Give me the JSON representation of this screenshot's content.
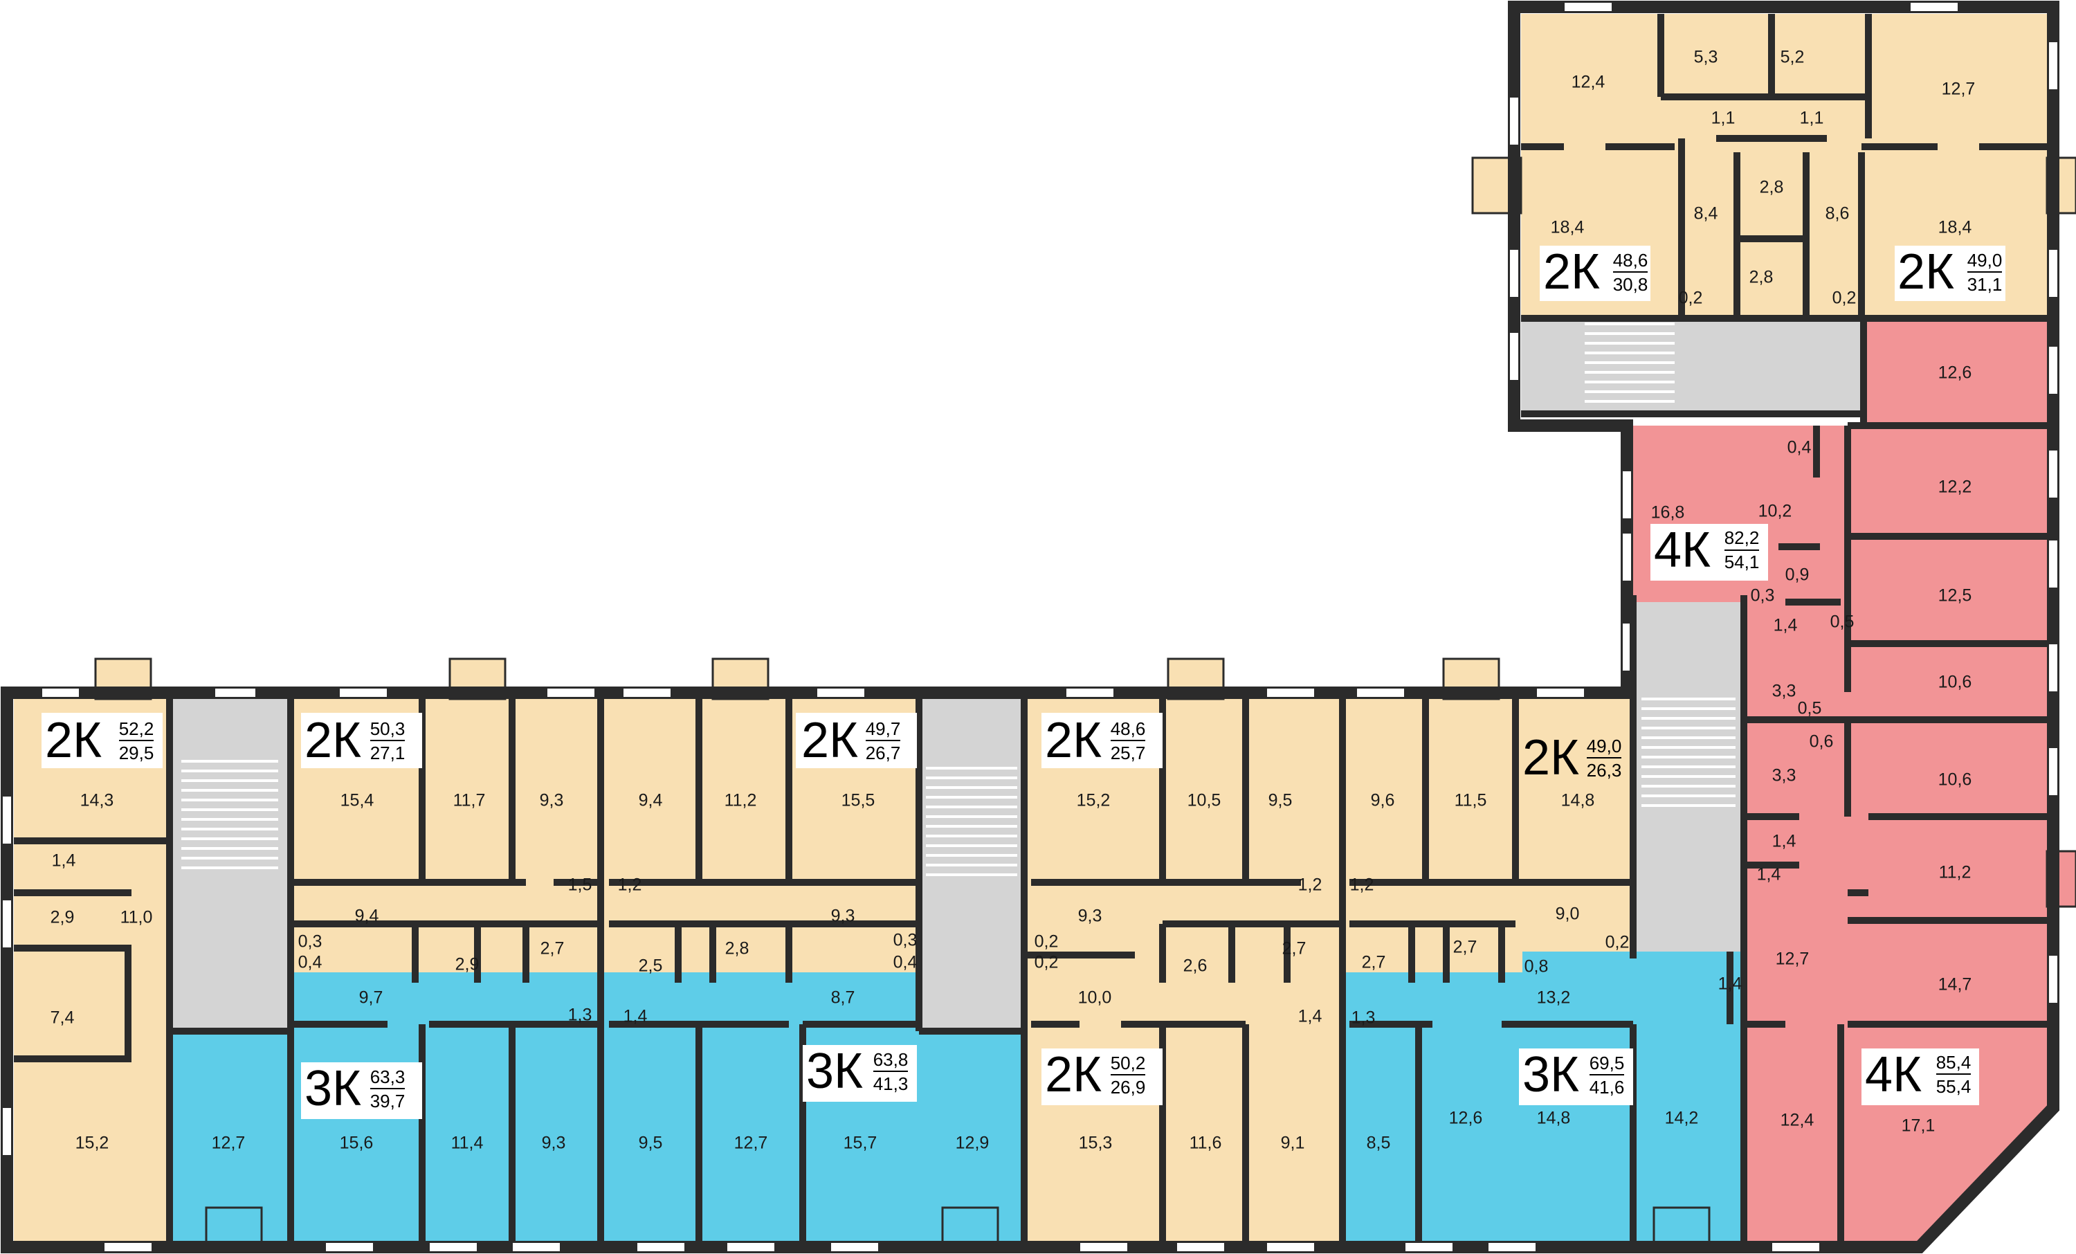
{
  "colors": {
    "two_room": "#f9e0b3",
    "three_room": "#5ecde8",
    "four_room": "#f29496",
    "stairwell": "#d4d4d4",
    "wall": "#2b2b2b",
    "window": "#ffffff"
  },
  "apartments": [
    {
      "type": "2К",
      "total": "52,2",
      "living": "29,5"
    },
    {
      "type": "2К",
      "total": "50,3",
      "living": "27,1"
    },
    {
      "type": "2К",
      "total": "49,7",
      "living": "26,7"
    },
    {
      "type": "2К",
      "total": "48,6",
      "living": "25,7"
    },
    {
      "type": "2К",
      "total": "49,0",
      "living": "26,3"
    },
    {
      "type": "2К",
      "total": "48,6",
      "living": "30,8"
    },
    {
      "type": "2К",
      "total": "49,0",
      "living": "31,1"
    },
    {
      "type": "4К",
      "total": "82,2",
      "living": "54,1"
    },
    {
      "type": "4К",
      "total": "85,4",
      "living": "55,4"
    },
    {
      "type": "3К",
      "total": "63,3",
      "living": "39,7"
    },
    {
      "type": "3К",
      "total": "63,8",
      "living": "41,3"
    },
    {
      "type": "2К",
      "total": "50,2",
      "living": "26,9"
    },
    {
      "type": "3К",
      "total": "69,5",
      "living": "41,6"
    }
  ],
  "room_areas": [
    "12,4",
    "5,3",
    "5,2",
    "12,7",
    "1,1",
    "1,1",
    "2,8",
    "18,4",
    "8,4",
    "8,6",
    "18,4",
    "2,8",
    "0,2",
    "0,2",
    "12,6",
    "0,4",
    "12,2",
    "16,8",
    "10,2",
    "0,9",
    "12,5",
    "0,3",
    "1,4",
    "0,5",
    "10,6",
    "3,3",
    "0,5",
    "0,6",
    "3,3",
    "10,6",
    "1,4",
    "1,4",
    "11,2",
    "12,7",
    "14,7",
    "12,4",
    "17,1",
    "14,3",
    "1,4",
    "2,9",
    "11,0",
    "7,4",
    "15,2",
    "15,4",
    "11,7",
    "9,3",
    "9,4",
    "1,5",
    "0,3",
    "0,4",
    "2,9",
    "2,7",
    "9,7",
    "1,3",
    "9,4",
    "11,2",
    "15,5",
    "1,2",
    "9,3",
    "2,5",
    "2,8",
    "0,3",
    "0,4",
    "1,4",
    "8,7",
    "15,2",
    "10,5",
    "9,5",
    "9,3",
    "0,2",
    "0,2",
    "2,6",
    "2,7",
    "10,0",
    "1,2",
    "1,4",
    "9,6",
    "11,5",
    "14,8",
    "1,2",
    "9,0",
    "0,2",
    "2,7",
    "2,7",
    "0,8",
    "13,2",
    "1,3",
    "1,4",
    "12,7",
    "15,6",
    "11,4",
    "9,3",
    "9,5",
    "12,7",
    "15,7",
    "12,9",
    "15,3",
    "11,6",
    "9,1",
    "8,5",
    "12,6",
    "14,8",
    "14,2"
  ]
}
